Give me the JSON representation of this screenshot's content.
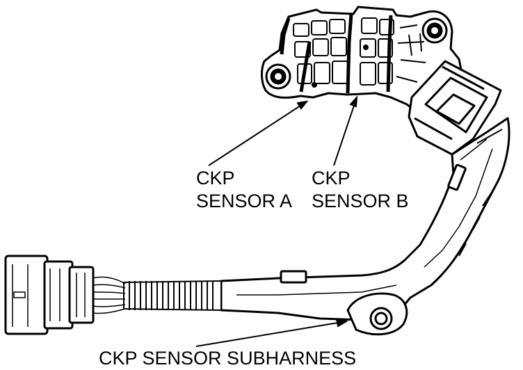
{
  "labels": {
    "sensor_a_line1": "CKP",
    "sensor_a_line2": "SENSOR A",
    "sensor_b_line1": "CKP",
    "sensor_b_line2": "SENSOR B",
    "subharness": "CKP SENSOR SUBHARNESS"
  },
  "colors": {
    "ink": "#000000",
    "paper": "#ffffff"
  }
}
